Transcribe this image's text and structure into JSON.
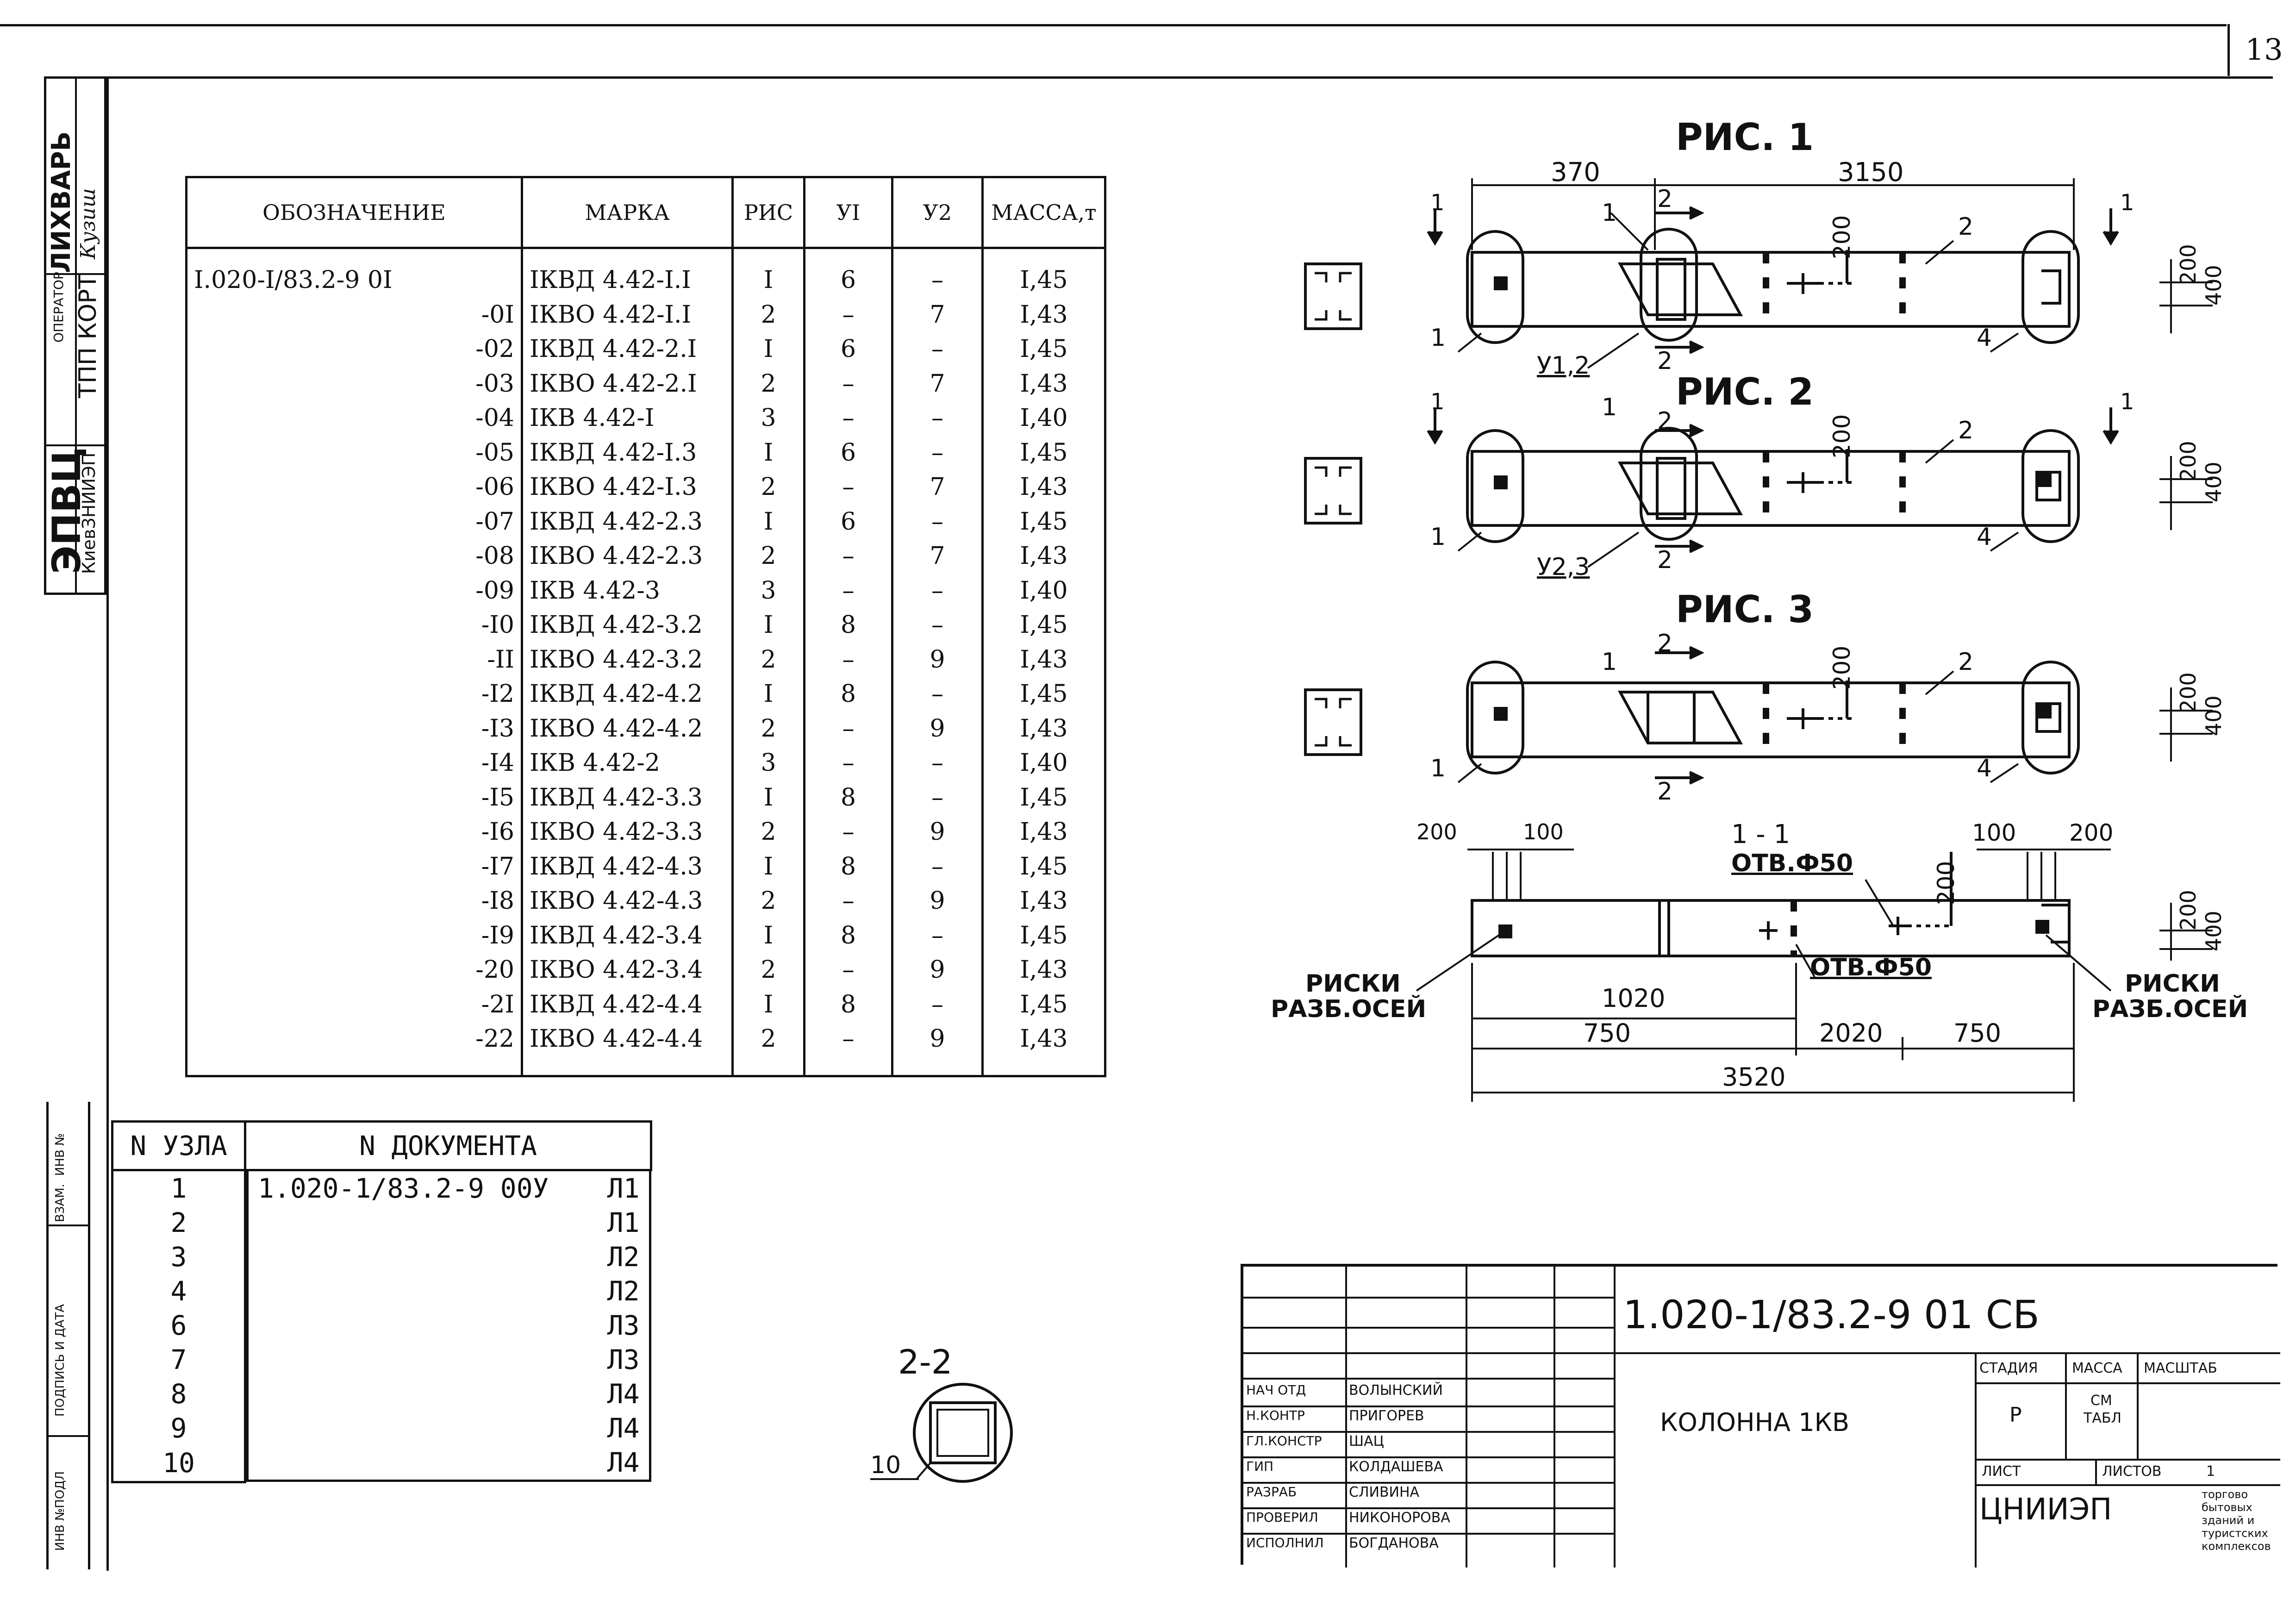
{
  "page": {
    "sheet_number": "13"
  },
  "stamp": {
    "top_sign": "ЛИХВАРЬ",
    "top_sign_handwriting": "Кузиш",
    "operator_label": "ОПЕРАТОР",
    "operator_value": "ТПП КОРТ",
    "org_top": "ЭПВЦ",
    "org_bottom": "КиевЗНИИЭП",
    "field_inv_no": "ИНВ №",
    "field_vzam": "ВЗАМ.",
    "field_podpis": "ПОДПИСЬ И ДАТА",
    "field_inv_podl": "ИНВ №ПОДЛ"
  },
  "spec_table": {
    "headers": [
      "ОБОЗНАЧЕНИЕ",
      "МАРКА",
      "РИС",
      "УI",
      "У2",
      "МАССА,т"
    ],
    "rows": [
      [
        "I.020-I/83.2-9 0I",
        "IКВД 4.42-I.I",
        "I",
        "6",
        "–",
        "I,45"
      ],
      [
        "-0I",
        "IКВО 4.42-I.I",
        "2",
        "–",
        "7",
        "I,43"
      ],
      [
        "-02",
        "IКВД 4.42-2.I",
        "I",
        "6",
        "–",
        "I,45"
      ],
      [
        "-03",
        "IКВО 4.42-2.I",
        "2",
        "–",
        "7",
        "I,43"
      ],
      [
        "-04",
        "IКВ 4.42-I",
        "3",
        "–",
        "–",
        "I,40"
      ],
      [
        "-05",
        "IКВД 4.42-I.3",
        "I",
        "6",
        "–",
        "I,45"
      ],
      [
        "-06",
        "IКВО 4.42-I.3",
        "2",
        "–",
        "7",
        "I,43"
      ],
      [
        "-07",
        "IКВД 4.42-2.3",
        "I",
        "6",
        "–",
        "I,45"
      ],
      [
        "-08",
        "IКВО 4.42-2.3",
        "2",
        "–",
        "7",
        "I,43"
      ],
      [
        "-09",
        "IКВ 4.42-3",
        "3",
        "–",
        "–",
        "I,40"
      ],
      [
        "-I0",
        "IКВД 4.42-3.2",
        "I",
        "8",
        "–",
        "I,45"
      ],
      [
        "-II",
        "IКВО 4.42-3.2",
        "2",
        "–",
        "9",
        "I,43"
      ],
      [
        "-I2",
        "IКВД 4.42-4.2",
        "I",
        "8",
        "–",
        "I,45"
      ],
      [
        "-I3",
        "IКВО 4.42-4.2",
        "2",
        "–",
        "9",
        "I,43"
      ],
      [
        "-I4",
        "IКВ 4.42-2",
        "3",
        "–",
        "–",
        "I,40"
      ],
      [
        "-I5",
        "IКВД 4.42-3.3",
        "I",
        "8",
        "–",
        "I,45"
      ],
      [
        "-I6",
        "IКВО 4.42-3.3",
        "2",
        "–",
        "9",
        "I,43"
      ],
      [
        "-I7",
        "IКВД 4.42-4.3",
        "I",
        "8",
        "–",
        "I,45"
      ],
      [
        "-I8",
        "IКВО 4.42-4.3",
        "2",
        "–",
        "9",
        "I,43"
      ],
      [
        "-I9",
        "IКВД 4.42-3.4",
        "I",
        "8",
        "–",
        "I,45"
      ],
      [
        "-20",
        "IКВО 4.42-3.4",
        "2",
        "–",
        "9",
        "I,43"
      ],
      [
        "-2I",
        "IКВД 4.42-4.4",
        "I",
        "8",
        "–",
        "I,45"
      ],
      [
        "-22",
        "IКВО 4.42-4.4",
        "2",
        "–",
        "9",
        "I,43"
      ]
    ]
  },
  "nodes_table": {
    "headers": [
      "N УЗЛА",
      "N ДОКУМЕНТА"
    ],
    "first_doc": "1.020-1/83.2-9 00У",
    "rows": [
      [
        "1",
        "Л1"
      ],
      [
        "2",
        "Л1"
      ],
      [
        "3",
        "Л2"
      ],
      [
        "4",
        "Л2"
      ],
      [
        "6",
        "Л3"
      ],
      [
        "7",
        "Л3"
      ],
      [
        "8",
        "Л4"
      ],
      [
        "9",
        "Л4"
      ],
      [
        "10",
        "Л4"
      ]
    ]
  },
  "drawings": {
    "fig1_title": "РИС. 1",
    "fig2_title": "РИС. 2",
    "fig3_title": "РИС. 3",
    "fig1_dim_left": "370",
    "fig1_dim_right": "3150",
    "dim_200": "200",
    "dim_400": "400",
    "label_1": "1",
    "label_2": "2",
    "label_4": "4",
    "fig1_node": "У1,2",
    "fig2_node": "У2,3",
    "section_1_1": "1 - 1",
    "hole_label": "ОТВ.Ф50",
    "dim_100": "100",
    "risks_label": "РИСКИ",
    "risks_sub": "РАЗБ.ОСЕЙ",
    "dim_1020": "1020",
    "dim_750": "750",
    "dim_2020": "2020",
    "dim_3520": "3520",
    "section_2_2": "2-2",
    "label_10": "10"
  },
  "title_block": {
    "doc_code": "1.020-1/83.2-9 01 СБ",
    "product_name": "КОЛОННА 1КВ",
    "stage_header": "СТАДИЯ",
    "mass_header": "МАССА",
    "scale_header": "МАСШТАБ",
    "stage_value": "Р",
    "mass_value_1": "СМ",
    "mass_value_2": "ТАБЛ",
    "sheet_label": "ЛИСТ",
    "sheets_label": "ЛИСТОВ",
    "sheets_value": "1",
    "org_name": "ЦНИИЭП",
    "org_desc_1": "торгово",
    "org_desc_2": "бытовых",
    "org_desc_3": "зданий и",
    "org_desc_4": "туристских",
    "org_desc_5": "комплексов",
    "staff": [
      {
        "role": "НАЧ ОТД",
        "name": "ВОЛЫНСКИЙ"
      },
      {
        "role": "Н.КОНТР",
        "name": "ПРИГОРЕВ"
      },
      {
        "role": "ГЛ.КОНСТР",
        "name": "ШАЦ"
      },
      {
        "role": "ГИП",
        "name": "КОЛДАШЕВА"
      },
      {
        "role": "РАЗРАБ",
        "name": "СЛИВИНА"
      },
      {
        "role": "ПРОВЕРИЛ",
        "name": "НИКОНОРОВА"
      },
      {
        "role": "ИСПОЛНИЛ",
        "name": "БОГДАНОВА"
      }
    ]
  }
}
